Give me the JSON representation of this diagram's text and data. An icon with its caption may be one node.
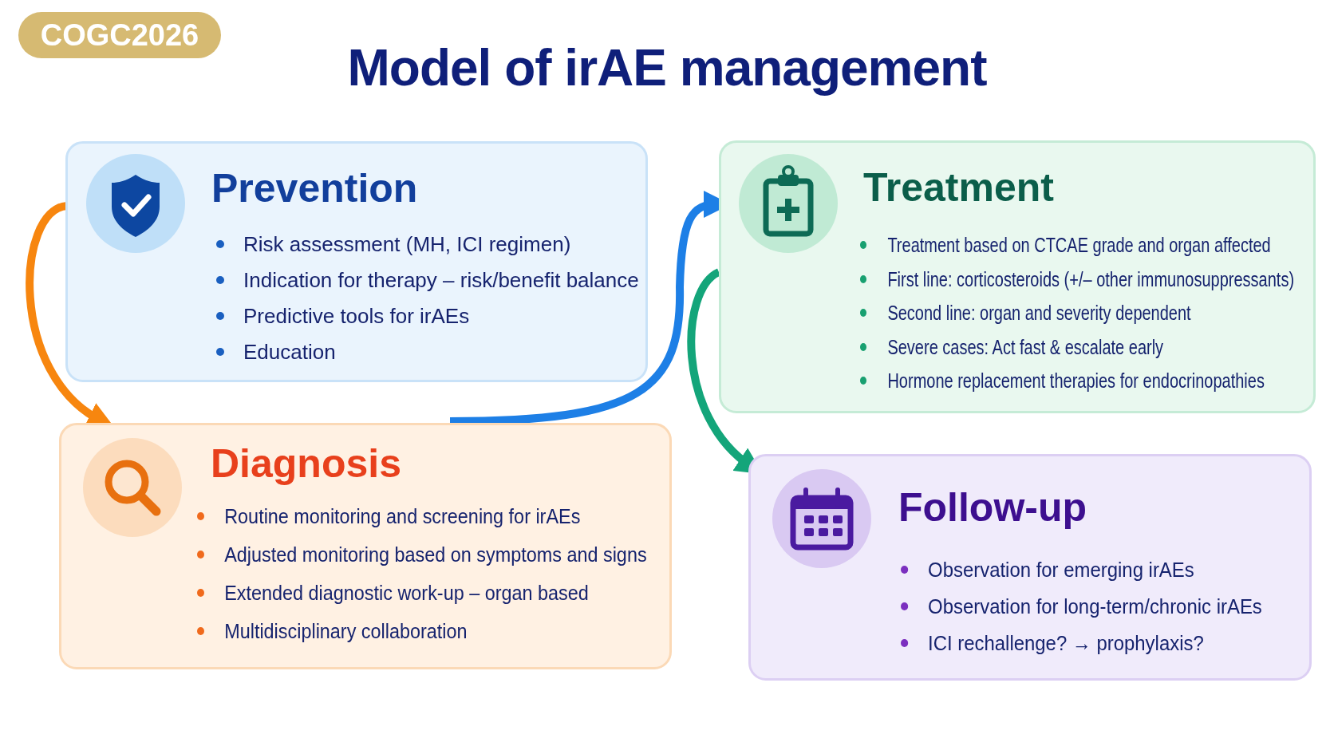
{
  "diagram": {
    "title": "Model of irAE management",
    "nodes": [
      {
        "text": [
          "Prevention",
          "Risk assessment (MH, ICI regimen)",
          "Indication for therapy – risk/benefit balance",
          "Predictive tools for irAEs",
          "Education"
        ]
      },
      {
        "text": [
          "Diagnosis",
          "Routine monitoring and screening for irAEs",
          "Adjusted monitoring based on symptoms and signs",
          "Extended diagnostic work-up – organ based",
          "Multidisciplinary collaboration"
        ]
      },
      {
        "text": [
          "Treatment",
          "Treatment based on CTCAE grade and organ affected",
          "First line: corticosteroids (+/– other immunosuppressants)",
          "Second line: organ and severity dependent",
          "Severe cases: Act fast & escalate early",
          "Hormone replacement therapies for endocrinopathies"
        ]
      },
      {
        "text": [
          "Follow-up",
          "Observation for emerging irAEs",
          "Observation for long-term/chronic irAEs",
          "ICI rechallenge? → prophylaxis?"
        ]
      }
    ],
    "edges": [
      {
        "from": 0,
        "to": 1,
        "arrow": "to",
        "color": "#f7860f"
      },
      {
        "from": 1,
        "to": 2,
        "arrow": "to",
        "color": "#1d7fe6"
      },
      {
        "from": 2,
        "to": 3,
        "arrow": "to",
        "color": "#14a57a"
      }
    ],
    "labels": [
      "COGC2026"
    ]
  }
}
